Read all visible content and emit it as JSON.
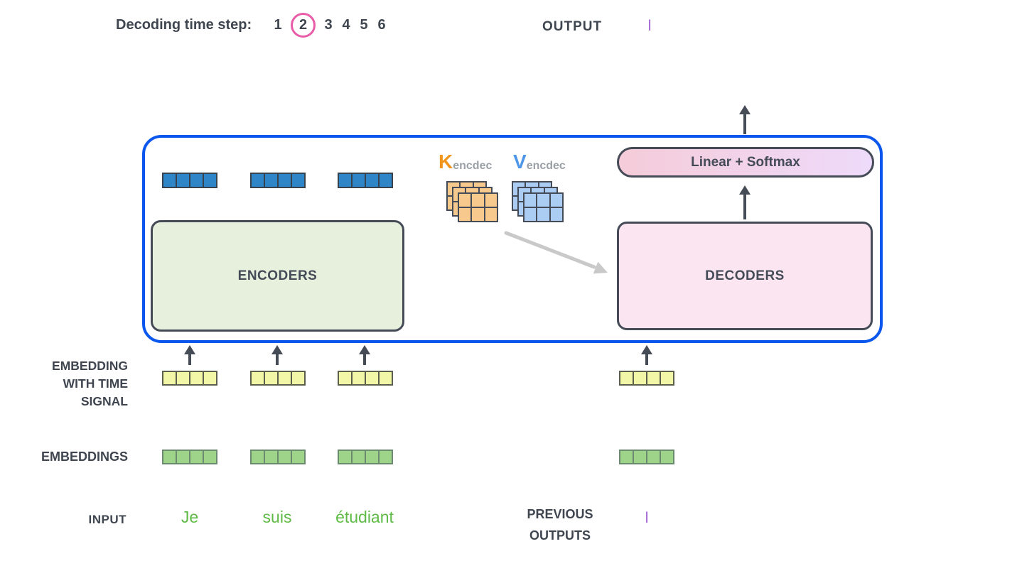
{
  "colors": {
    "dark": "#3f4650",
    "accent-blue": "#0b57ee",
    "circle-pink": "#e85ca8",
    "encoder-fill": "#e7f0dd",
    "decoder-fill": "#fae5f0",
    "pill-from": "#f5ccd9",
    "pill-to": "#eedafa",
    "cell-blue": "#2e86c8",
    "cell-orange": "#f8c98c",
    "cell-lightblue": "#abcdf3",
    "cell-yellow": "#f2f7a7",
    "cell-green": "#9ed489",
    "k-orange": "#f1951c",
    "v-blue": "#4d96e8",
    "sub-gray": "#9aa0a6",
    "input-green": "#5fbb46",
    "output-purple": "#a86fd8",
    "arrow-gray": "#c9c9c9"
  },
  "header": {
    "decoding_label": "Decoding time step:",
    "steps": [
      "1",
      "2",
      "3",
      "4",
      "5",
      "6"
    ],
    "active_step": "2",
    "output_label": "OUTPUT",
    "output_value": "I"
  },
  "transformer": {
    "encoders_label": "ENCODERS",
    "decoders_label": "DECODERS",
    "linear_softmax_label": "Linear + Softmax",
    "k_label": {
      "letter": "K",
      "subscript": "encdec"
    },
    "v_label": {
      "letter": "V",
      "subscript": "encdec"
    }
  },
  "annotations": {
    "embedding_time_lines": [
      "EMBEDDING",
      "WITH TIME",
      "SIGNAL"
    ],
    "embeddings_label": "EMBEDDINGS",
    "input_label": "INPUT",
    "previous_outputs_lines": [
      "PREVIOUS",
      "OUTPUTS"
    ]
  },
  "input_tokens": [
    "Je",
    "suis",
    "étudiant"
  ],
  "previous_output_tokens": [
    "I"
  ]
}
